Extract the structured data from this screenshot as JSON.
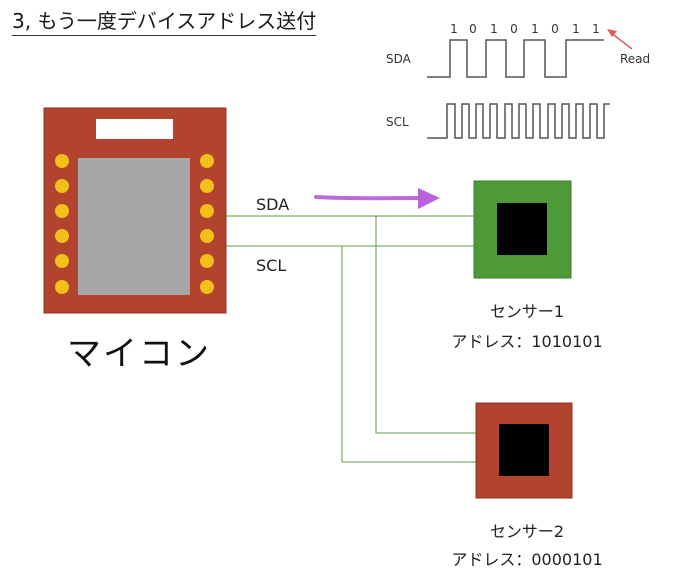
{
  "title": "3, もう一度デバイスアドレス送付",
  "timing": {
    "bits": [
      "1",
      "0",
      "1",
      "0",
      "1",
      "0",
      "1",
      "1"
    ],
    "sda_label": "SDA",
    "scl_label": "SCL",
    "read_label": "Read"
  },
  "bus": {
    "sda_label": "SDA",
    "scl_label": "SCL"
  },
  "mcu": {
    "label": "マイコン"
  },
  "sensors": [
    {
      "name": "センサー1",
      "address": "アドレス：1010101"
    },
    {
      "name": "センサー2",
      "address": "アドレス：0000101"
    }
  ],
  "colors": {
    "mcu_board": "#b2432e",
    "mcu_pin": "#f2c018",
    "mcu_chip": "#a7a7a7",
    "sensor1_board": "#4e9a38",
    "sensor2_board": "#b2432e",
    "sensor_chip": "#000000",
    "bus_line": "#5f9a48",
    "arrow": "#b45cd8",
    "read_arrow": "#e05a5a"
  }
}
